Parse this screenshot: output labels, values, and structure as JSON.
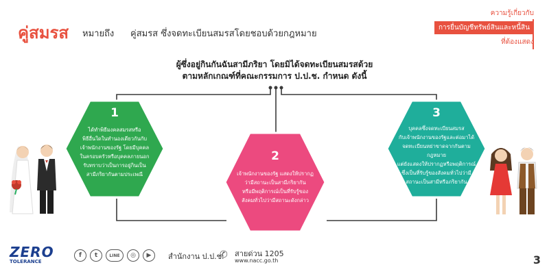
{
  "header": {
    "title": "คู่สมรส",
    "subtitle": "หมายถึง",
    "definition": "คู่สมรส ซึ่งจดทะเบียนสมรสโดยชอบด้วยกฎหมาย"
  },
  "badge": {
    "line1": "ความรู้เกี่ยวกับ",
    "line2": "การยื่นบัญชีทรัพย์สินและหนี้สิน",
    "line3": "ที่ต้องแสดง"
  },
  "intro": {
    "line1": "ผู้ซึ่งอยู่กินกันฉันสามีภริยา โดยมิได้จดทะเบียนสมรสด้วย",
    "line2": "ตามหลักเกณฑ์ที่คณะกรรมการ ป.ป.ช. กำหนด ดังนี้"
  },
  "criteria": [
    {
      "number": "1",
      "lines": [
        "ได้ทำพิธีมงคลสมรสหรือ",
        "พิธีอื่นใดในทำนองเดียวกันกับ",
        "เจ้าพนักงานของรัฐ โดยมีบุคคล",
        "ในครอบครัวหรือบุคคลภายนอก",
        "รับทราบว่าเป็นการอยู่กินเป็น",
        "สามีภริยากันตามประเพณี"
      ],
      "color": "#2fa84f"
    },
    {
      "number": "2",
      "lines": [
        "เจ้าพนักงานของรัฐ แสดงให้ปรากฏ",
        "ว่ามีสถานะเป็นสามีภริยากัน",
        "หรือมีพฤติการณ์เป็นที่รับรู้ของ",
        "สังคมทั่วไปว่ามีสถานะดังกล่าว"
      ],
      "color": "#ec4a7f"
    },
    {
      "number": "3",
      "lines": [
        "บุคคลซึ่งจดทะเบียนสมรส",
        "กับเจ้าพนักงานของรัฐและต่อมาได้",
        "จดทะเบียนหย่าขาดจากกันตามกฎหมาย",
        "แต่ยังแสดงให้ปรากฏหรือพฤติการณ์",
        "ซึ่งเป็นที่รับรู้ของสังคมทั่วไปว่ามี",
        "สถานะเป็นสามีหรือภริยากัน"
      ],
      "color": "#1fae9b"
    }
  ],
  "footer": {
    "logo_main": "ZERO",
    "logo_sub": "TOLERANCE",
    "social_icons": [
      "facebook-icon",
      "twitter-icon",
      "line-icon",
      "instagram-icon",
      "youtube-icon"
    ],
    "line_label": "LINE",
    "office": "สำนักงาน ป.ป.ช.",
    "hotline": "สายด่วน 1205",
    "website": "www.nacc.go.th",
    "page_number": "3"
  },
  "colors": {
    "accent": "#e8513f",
    "green": "#2fa84f",
    "pink": "#ec4a7f",
    "teal": "#1fae9b",
    "connector": "#3a3a3a"
  }
}
